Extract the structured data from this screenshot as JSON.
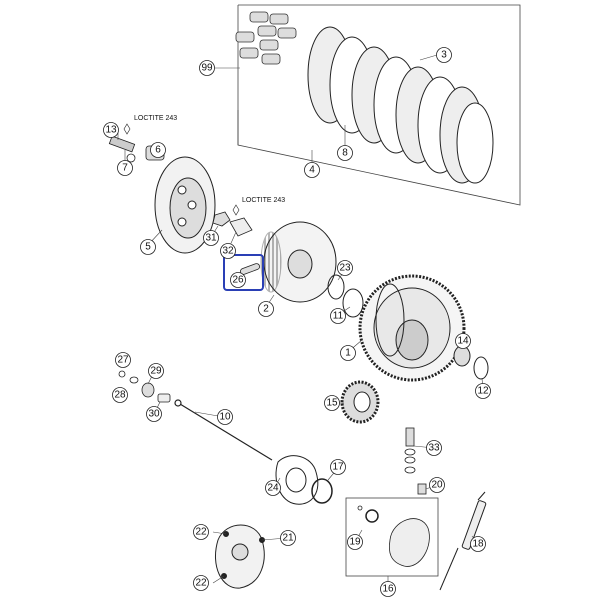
{
  "diagram": {
    "notes": {
      "loctite_top": "LOCTITE 243",
      "loctite_mid": "LOCTITE 243"
    },
    "callouts": {
      "c99": "99",
      "c3": "3",
      "c8": "8",
      "c4": "4",
      "c13": "13",
      "c7": "7",
      "c6": "6",
      "c5": "5",
      "c31": "31",
      "c32": "32",
      "c26": "26",
      "c2": "2",
      "c23": "23",
      "c11": "11",
      "c1": "1",
      "c14": "14",
      "c12": "12",
      "c27": "27",
      "c29": "29",
      "c28": "28",
      "c30": "30",
      "c10": "10",
      "c15": "15",
      "c33": "33",
      "c17": "17",
      "c24": "24",
      "c20": "20",
      "c22a": "22",
      "c21": "21",
      "c22b": "22",
      "c19": "19",
      "c18": "18",
      "c16": "16"
    },
    "highlight": {
      "color": "#2a3fb5",
      "target": "26"
    }
  }
}
